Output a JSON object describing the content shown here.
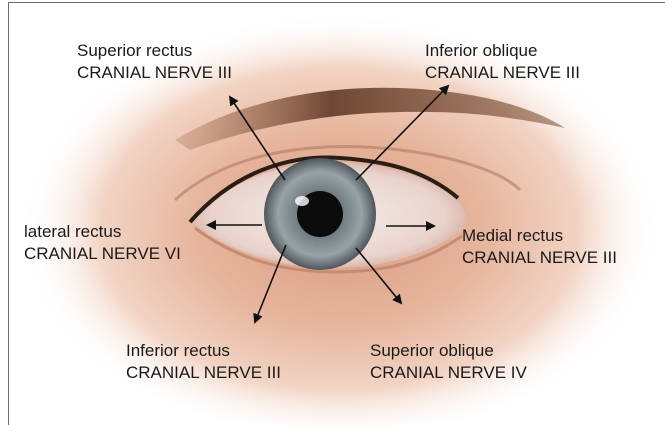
{
  "labels": {
    "superior_rectus": {
      "muscle": "Superior rectus",
      "nerve": "CRANIAL NERVE III"
    },
    "inferior_oblique": {
      "muscle": "Inferior oblique",
      "nerve": "CRANIAL NERVE III"
    },
    "lateral_rectus": {
      "muscle": "lateral rectus",
      "nerve": "CRANIAL NERVE VI"
    },
    "medial_rectus": {
      "muscle": "Medial rectus",
      "nerve": "CRANIAL NERVE III"
    },
    "inferior_rectus": {
      "muscle": "Inferior rectus",
      "nerve": "CRANIAL NERVE III"
    },
    "superior_oblique": {
      "muscle": "Superior oblique",
      "nerve": "CRANIAL NERVE IV"
    }
  },
  "colors": {
    "skin": "#e2b29a",
    "skin_dark": "#b7785c",
    "iris": "#7f8a8f",
    "pupil": "#0b0b0c",
    "sclera": "#f1e8e4",
    "eyebrow": "#6a4630",
    "arrow": "#111111"
  }
}
